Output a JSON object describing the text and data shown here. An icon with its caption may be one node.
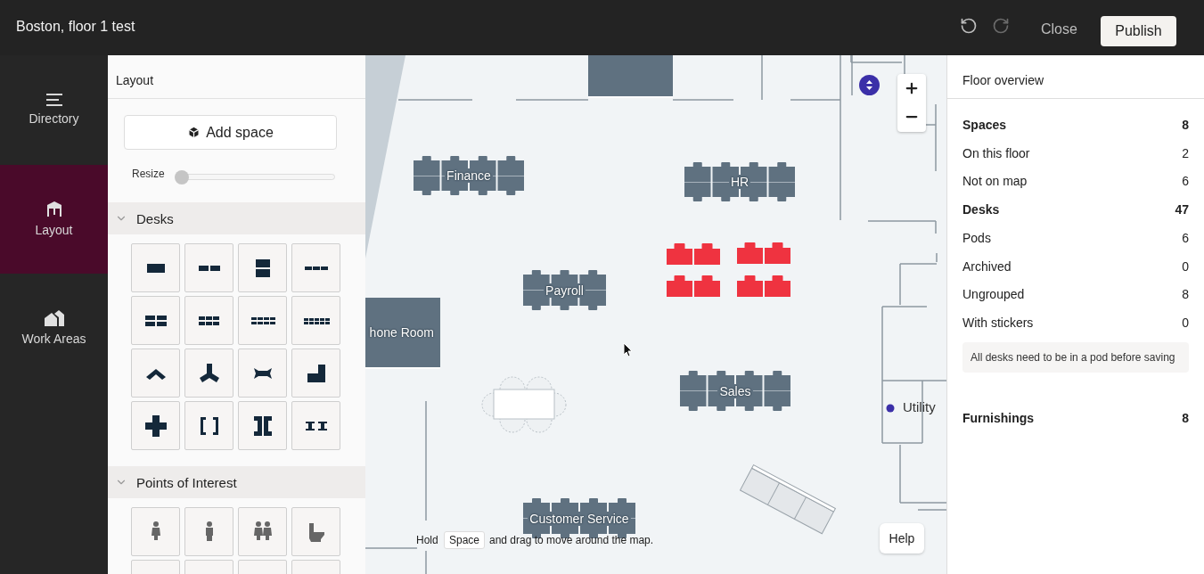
{
  "diagram": {
    "nodes": [
      {
        "text": [],
        "shape": "box"
      },
      {
        "text": [
          "Finance"
        ]
      },
      {
        "text": [
          "HR"
        ]
      },
      {
        "text": [],
        "shape": "box"
      },
      {
        "text": [],
        "shape": "box"
      },
      {
        "text": [
          "Payroll"
        ]
      },
      {
        "text": [],
        "shape": "box"
      },
      {
        "text": [],
        "shape": "box"
      },
      {
        "text": [
          "hone Room"
        ]
      },
      {
        "text": [
          "Sales"
        ]
      },
      {
        "text": [
          "Customer Service"
        ]
      }
    ],
    "labels": [
      "Boston, floor 1 test",
      "Close",
      "Publish",
      "Directory",
      "Layout",
      "Work Areas",
      "Layout",
      "Add space",
      "Resize",
      "Desks",
      "Points of Interest",
      "Floor overview",
      "Spaces",
      "8",
      "On this floor",
      "2",
      "Not on map",
      "6",
      "Desks",
      "47",
      "Pods",
      "6",
      "Archived",
      "0",
      "Ungrouped",
      "8",
      "With stickers",
      "0",
      "All desks need to be in a pod before saving",
      "Furnishings",
      "8",
      "Utility",
      "Hold",
      "Space",
      "and drag to move around the map.",
      "Help"
    ]
  }
}
